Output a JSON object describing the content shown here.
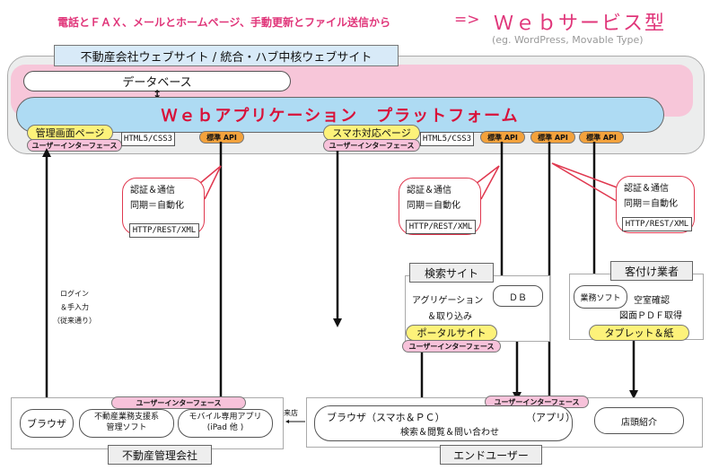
{
  "header": {
    "subtitle": "電話とＦＡＸ、メールとホームページ、手動更新とファイル送信から",
    "arrow": "=>",
    "title": "Ｗｅｂサービス型",
    "example": "(eg. WordPress, Movable Type)"
  },
  "platform": {
    "site_label": "不動産会社ウェブサイト / 統合・ハブ中核ウェブサイト",
    "database": "データベース",
    "db_link": "↕",
    "app_platform": "Ｗｅｂアプリケーション　プラットフォーム"
  },
  "tags": {
    "admin_page": "管理画面ページ",
    "mobile_page": "スマホ対応ページ",
    "user_interface": "ユーザーインターフェース",
    "html_css": "HTML5/CSS3",
    "standard_api": "標準 API",
    "portal_site": "ポータルサイト",
    "tablet_paper": "タブレット＆紙"
  },
  "bubbles": {
    "auth": "認証＆通信",
    "sync": "同期＝自動化",
    "protocol": "HTTP/REST/XML"
  },
  "notes": {
    "login": "ログイン",
    "manual": "＆手入力",
    "conventional": "（従来通り）",
    "visit": "来店"
  },
  "search_site": {
    "title": "検索サイト",
    "aggregation": "アグリゲーション",
    "import": "＆取り込み",
    "db": "ＤＢ"
  },
  "contractors": {
    "title": "客付け業者",
    "software": "業務ソフト",
    "vacancy": "空室確認",
    "pdf": "図面ＰＤＦ取得"
  },
  "company": {
    "title": "不動産管理会社",
    "browser": "ブラウザ",
    "support_software_1": "不動産業務支援系",
    "support_software_2": "管理ソフト",
    "mobile_app_1": "モバイル専用アプリ",
    "mobile_app_2": "(iPad 他 )"
  },
  "end_user": {
    "title": "エンドユーザー",
    "browser": "ブラウザ（スマホ＆ＰＣ）",
    "app": "（アプリ）",
    "actions": "検索＆閲覧＆問い合わせ",
    "store": "店頭紹介"
  },
  "colors": {
    "pink_text": "#e0367a",
    "blue_platform": "#aedbf3",
    "pink_band": "#f7c6d9",
    "tag_orange": "#f3a23c",
    "tag_pink": "#f7c2da",
    "tag_yellow": "#fdf27a",
    "bubble_red": "#e0384f",
    "app_title_red": "#d8123a"
  }
}
